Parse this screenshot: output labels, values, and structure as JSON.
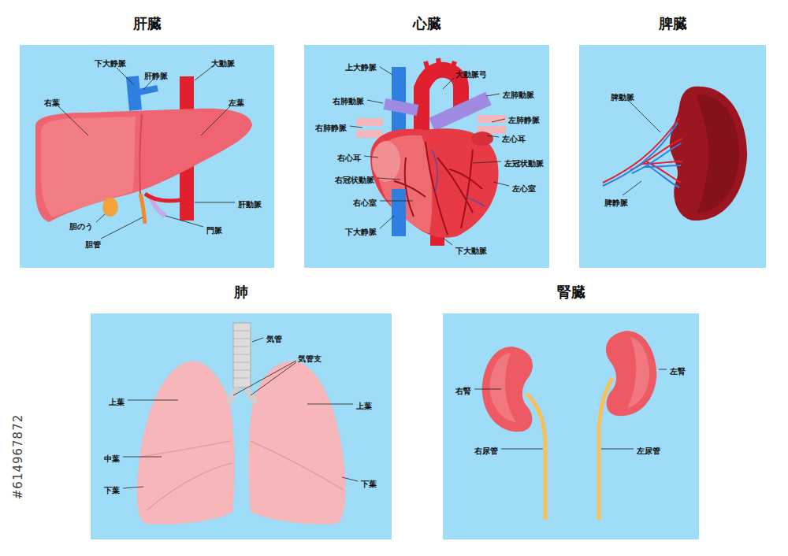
{
  "diagram": {
    "nodes": [
      {
        "text": [
          "肝臓"
        ]
      },
      {
        "text": [
          "心臓"
        ]
      },
      {
        "text": [
          "脾臓"
        ]
      },
      {
        "text": [
          "肺"
        ]
      },
      {
        "text": [
          "腎臓"
        ]
      }
    ],
    "labels": [
      "下大静脈",
      "肝静脈",
      "大動脈",
      "右葉",
      "左葉",
      "肝動脈",
      "胆のう",
      "門脈",
      "胆管",
      "上大静脈",
      "大動脈弓",
      "右肺動脈",
      "左肺動脈",
      "右肺静脈",
      "左肺静脈",
      "左心耳",
      "右心耳",
      "左冠状動脈",
      "右冠状動脈",
      "左心室",
      "右心室",
      "下大静脈",
      "下大動脈",
      "脾動脈",
      "脾静脈",
      "気管",
      "気管支",
      "上葉",
      "上葉",
      "中葉",
      "下葉",
      "下葉",
      "右腎",
      "左腎",
      "右尿管",
      "左尿管",
      "#614967872"
    ]
  }
}
